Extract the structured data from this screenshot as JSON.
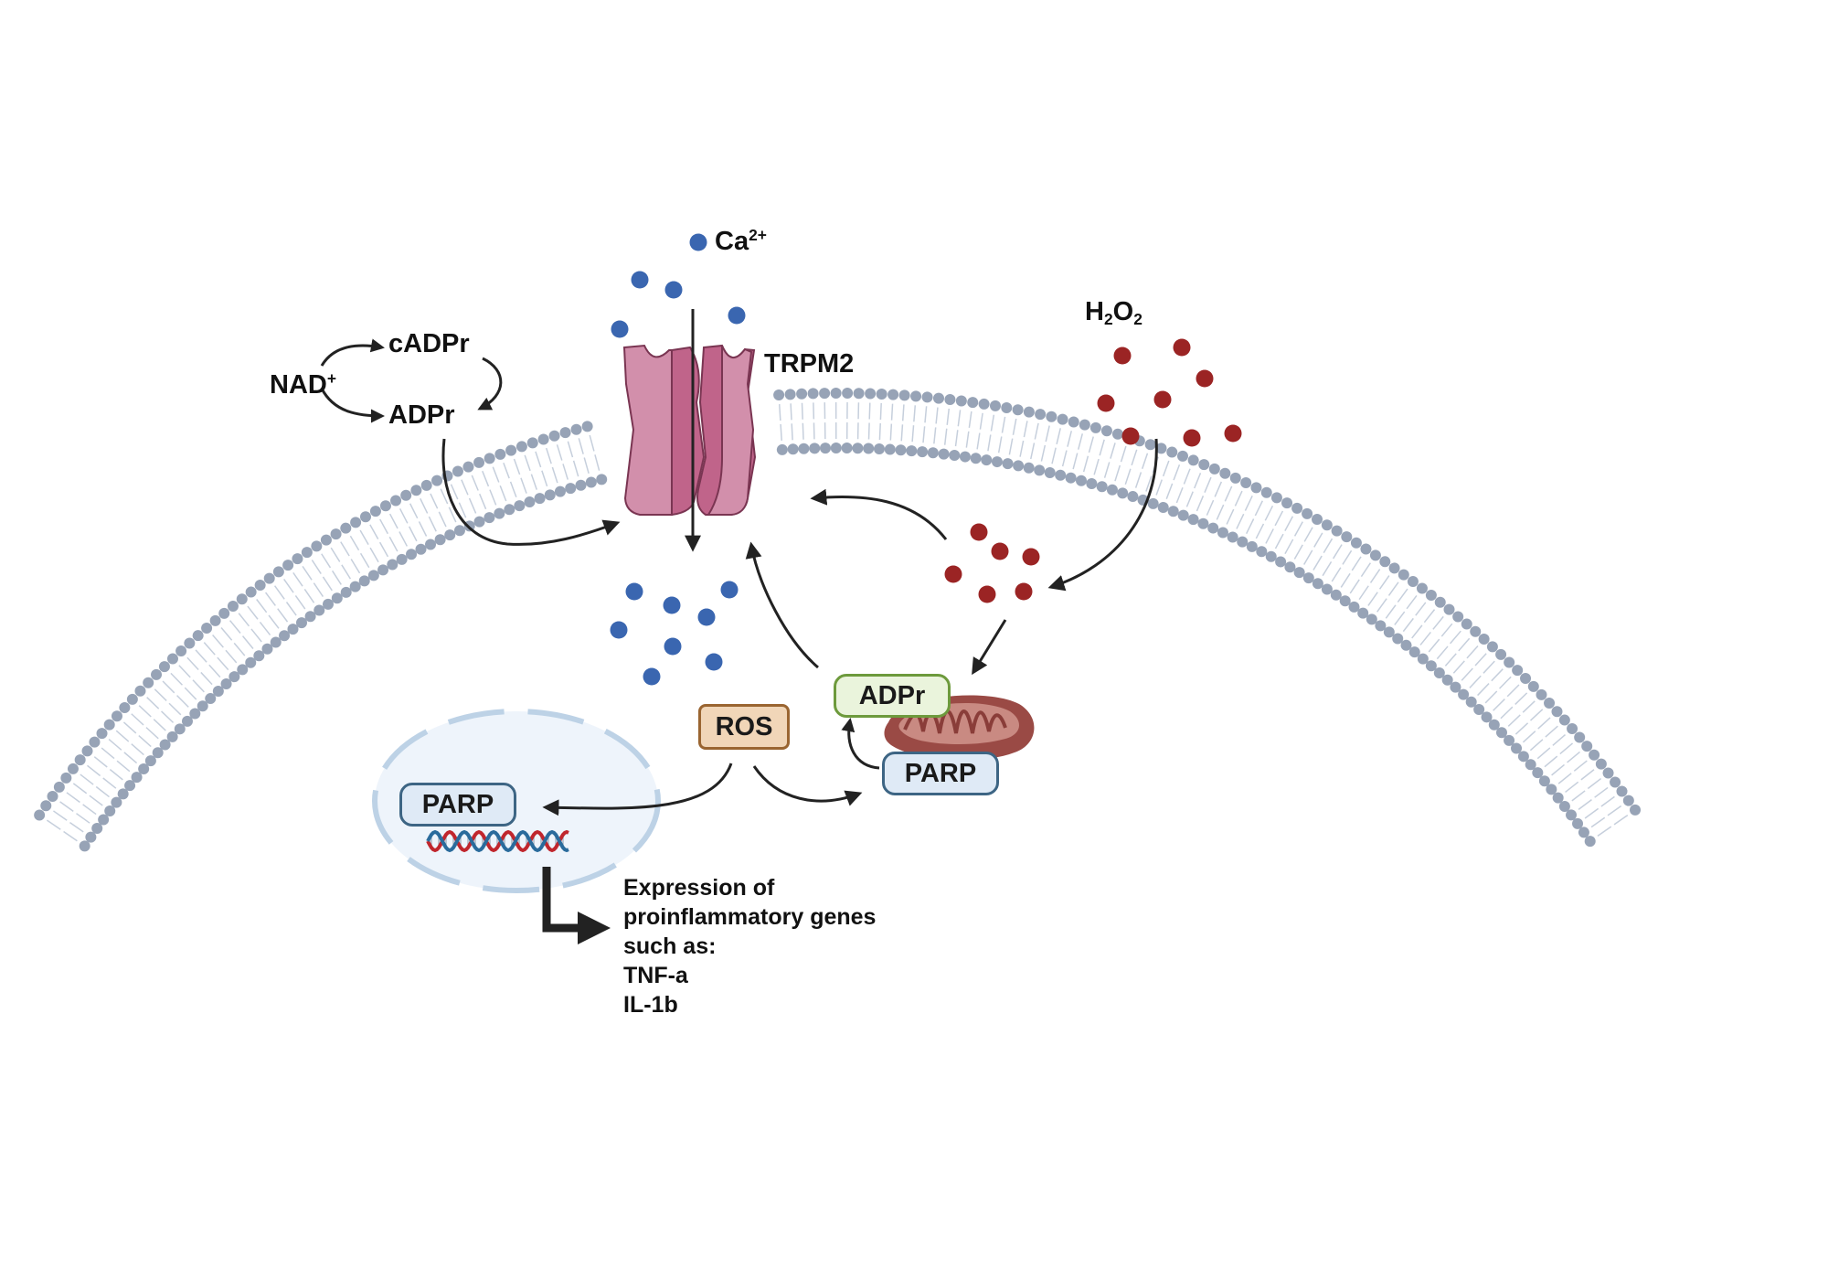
{
  "labels": {
    "calcium": {
      "base": "Ca",
      "sup": "2+"
    },
    "trpm2": "TRPM2",
    "nad": {
      "base": "NAD",
      "sup": "+"
    },
    "cadpr": "cADPr",
    "adpr_top": "ADPr",
    "h2o2": {
      "h": "H",
      "s1": "2",
      "o": "O",
      "s2": "2"
    },
    "ros": "ROS",
    "parp_nucleus": "PARP",
    "adpr_mito": "ADPr",
    "parp_mito": "PARP",
    "gene_expression": [
      "Expression of",
      "proinflammatory genes",
      "such as:",
      "TNF-a",
      "IL-1b"
    ]
  },
  "colors": {
    "calcium_ion": "#3a66b0",
    "h2o2_molecule": "#9b2424",
    "membrane_head": "#97a3b6",
    "membrane_tail": "#c6cfdc",
    "channel_fill": "#d28fab",
    "channel_inner": "#c0648a",
    "channel_stroke": "#7a3552",
    "nucleus_fill": "#eef4fb",
    "nucleus_border": "#bdd2e6",
    "mito_outer": "#9a4a45",
    "mito_inner": "#c98a82",
    "dna_red": "#c0262d",
    "dna_blue": "#2a6b9c",
    "arrow": "#222222"
  },
  "icons": [
    "calcium-ion-icon",
    "h2o2-molecule-icon",
    "trpm2-channel-icon",
    "mitochondrion-icon",
    "dna-helix-icon",
    "nucleus-icon",
    "cell-membrane-icon"
  ]
}
